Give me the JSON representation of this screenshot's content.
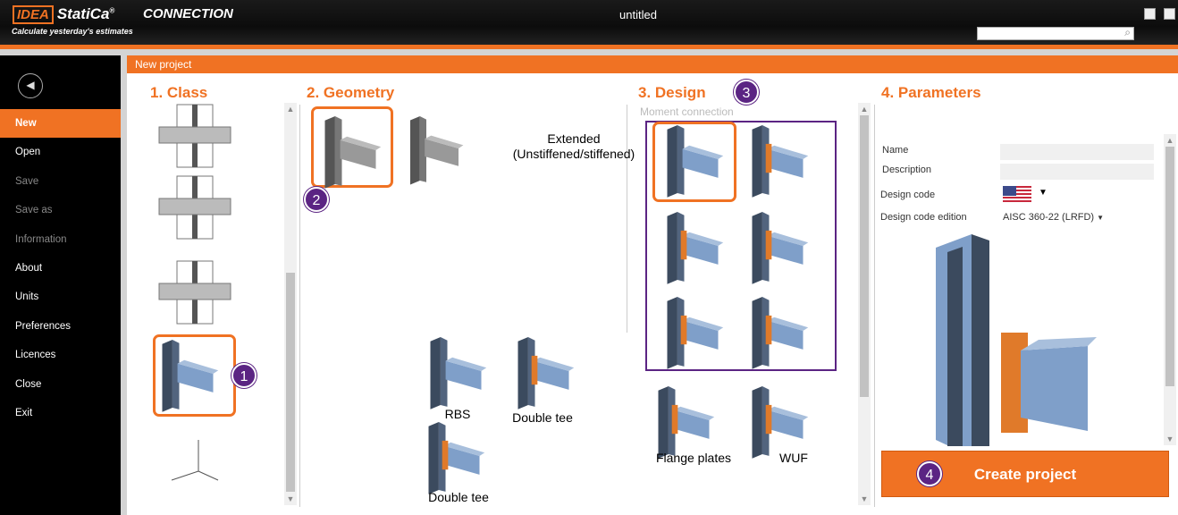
{
  "header": {
    "brand": "StatiCa",
    "brand_prefix": "IDEA",
    "registered": "®",
    "tagline": "Calculate yesterday's estimates",
    "product": "CONNECTION",
    "window_title": "untitled",
    "search_placeholder": ""
  },
  "sidebar": {
    "items": [
      {
        "label": "New",
        "state": "active"
      },
      {
        "label": "Open",
        "state": "enabled"
      },
      {
        "label": "Save",
        "state": "disabled"
      },
      {
        "label": "Save as",
        "state": "disabled"
      },
      {
        "label": "Information",
        "state": "disabled"
      },
      {
        "label": "About",
        "state": "enabled"
      },
      {
        "label": "Units",
        "state": "enabled"
      },
      {
        "label": "Preferences",
        "state": "enabled"
      },
      {
        "label": "Licences",
        "state": "enabled"
      },
      {
        "label": "Close",
        "state": "enabled"
      },
      {
        "label": "Exit",
        "state": "enabled"
      }
    ]
  },
  "main": {
    "title": "New project",
    "class": {
      "heading": "1.  Class",
      "badge": "1"
    },
    "geometry": {
      "heading": "2. Geometry",
      "badge": "2",
      "labels": [
        "Extended\n(Unstiffened/stiffened)",
        "RBS",
        "Double tee",
        "Double tee"
      ]
    },
    "design": {
      "heading": "3. Design",
      "badge": "3",
      "subheading": "Moment connection",
      "labels": [
        "Flange plates",
        "WUF"
      ]
    },
    "parameters": {
      "heading": "4. Parameters",
      "name_label": "Name",
      "name_value": "",
      "description_label": "Description",
      "description_value": "",
      "design_code_label": "Design code",
      "design_code_value": "US",
      "edition_label": "Design code edition",
      "edition_value": "AISC 360-22 (LRFD)"
    },
    "create": {
      "label": "Create project",
      "badge": "4"
    }
  },
  "colors": {
    "accent": "#f07223",
    "badge": "#5b2483",
    "column": "#3b4a5e",
    "beam": "#7f9fc9",
    "plate": "#e07a2a"
  }
}
